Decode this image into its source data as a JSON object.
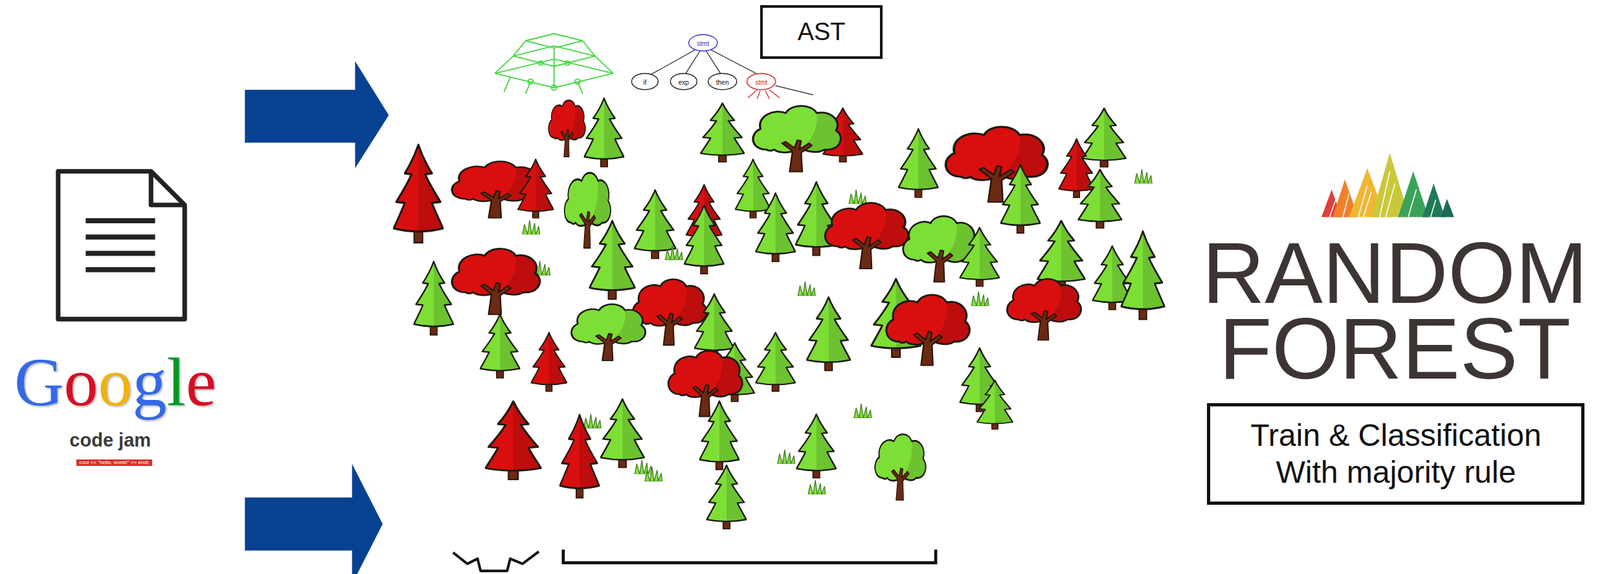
{
  "diagram": {
    "nodes": [
      {
        "text": [
          "AST"
        ]
      },
      {
        "text": [
          "Train & Classification With majority rule"
        ]
      }
    ],
    "labels": [
      "Google",
      "code jam",
      "cout << \"hello, world!\" << endl;",
      "stmt",
      "if",
      "exp",
      "then",
      "stmt",
      "RANDOM",
      "FOREST"
    ]
  }
}
